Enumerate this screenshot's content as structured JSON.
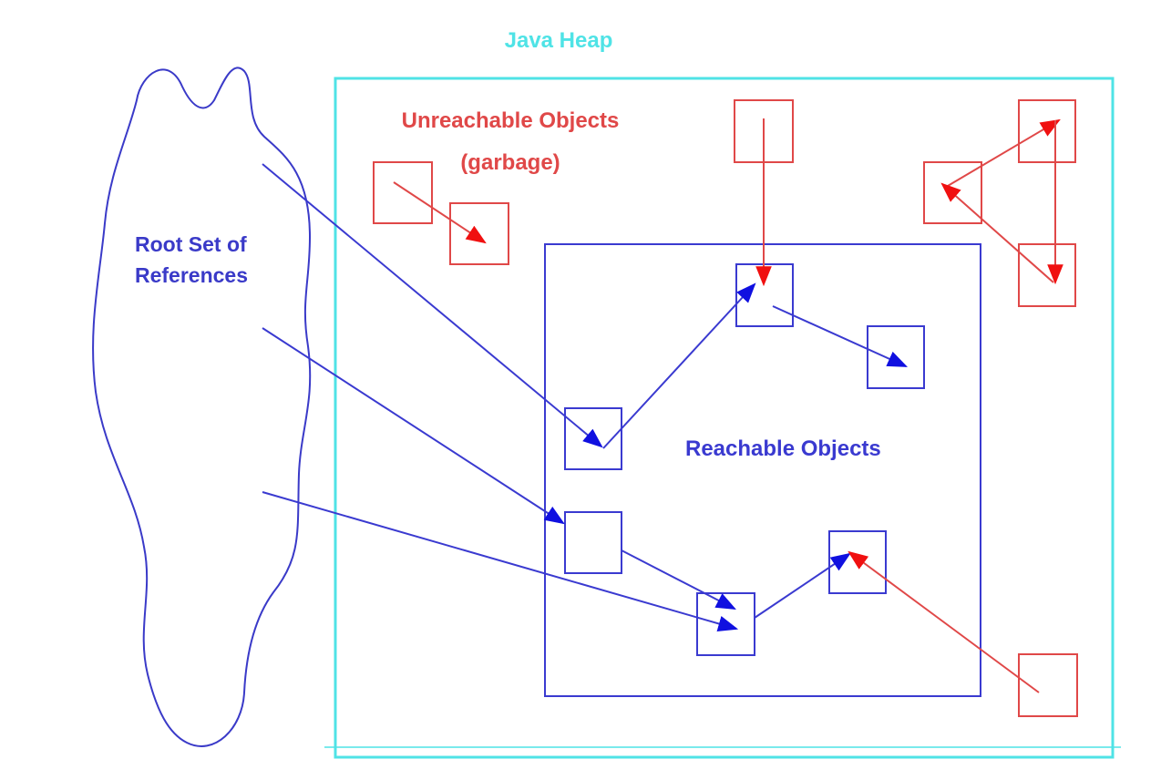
{
  "labels": {
    "heap": "Java Heap",
    "unreachable_line1": "Unreachable Objects",
    "unreachable_line2": "(garbage)",
    "reachable": "Reachable Objects",
    "root_line1": "Root Set of",
    "root_line2": "References"
  },
  "colors": {
    "heap": "#4fe3e6",
    "reachable": "#3a3ad0",
    "unreachable": "#e04848",
    "root": "#3a3ac8",
    "arrowhead_blue": "#1010e0",
    "arrowhead_red": "#f01010"
  }
}
